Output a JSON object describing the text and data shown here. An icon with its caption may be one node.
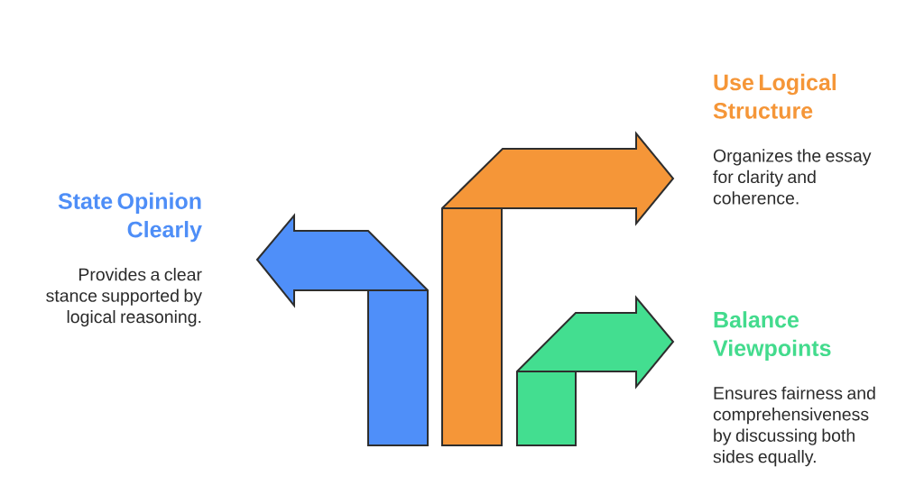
{
  "diagram": {
    "nodes": [
      {
        "text": [
          "State Opinion Clearly",
          "Provides a clear stance supported by logical reasoning."
        ]
      },
      {
        "text": [
          "Use Logical Structure",
          "Organizes the essay for clarity and coherence."
        ]
      },
      {
        "text": [
          "Balance Viewpoints",
          "Ensures fairness and comprehensiveness by discussing both sides equally."
        ]
      }
    ]
  }
}
